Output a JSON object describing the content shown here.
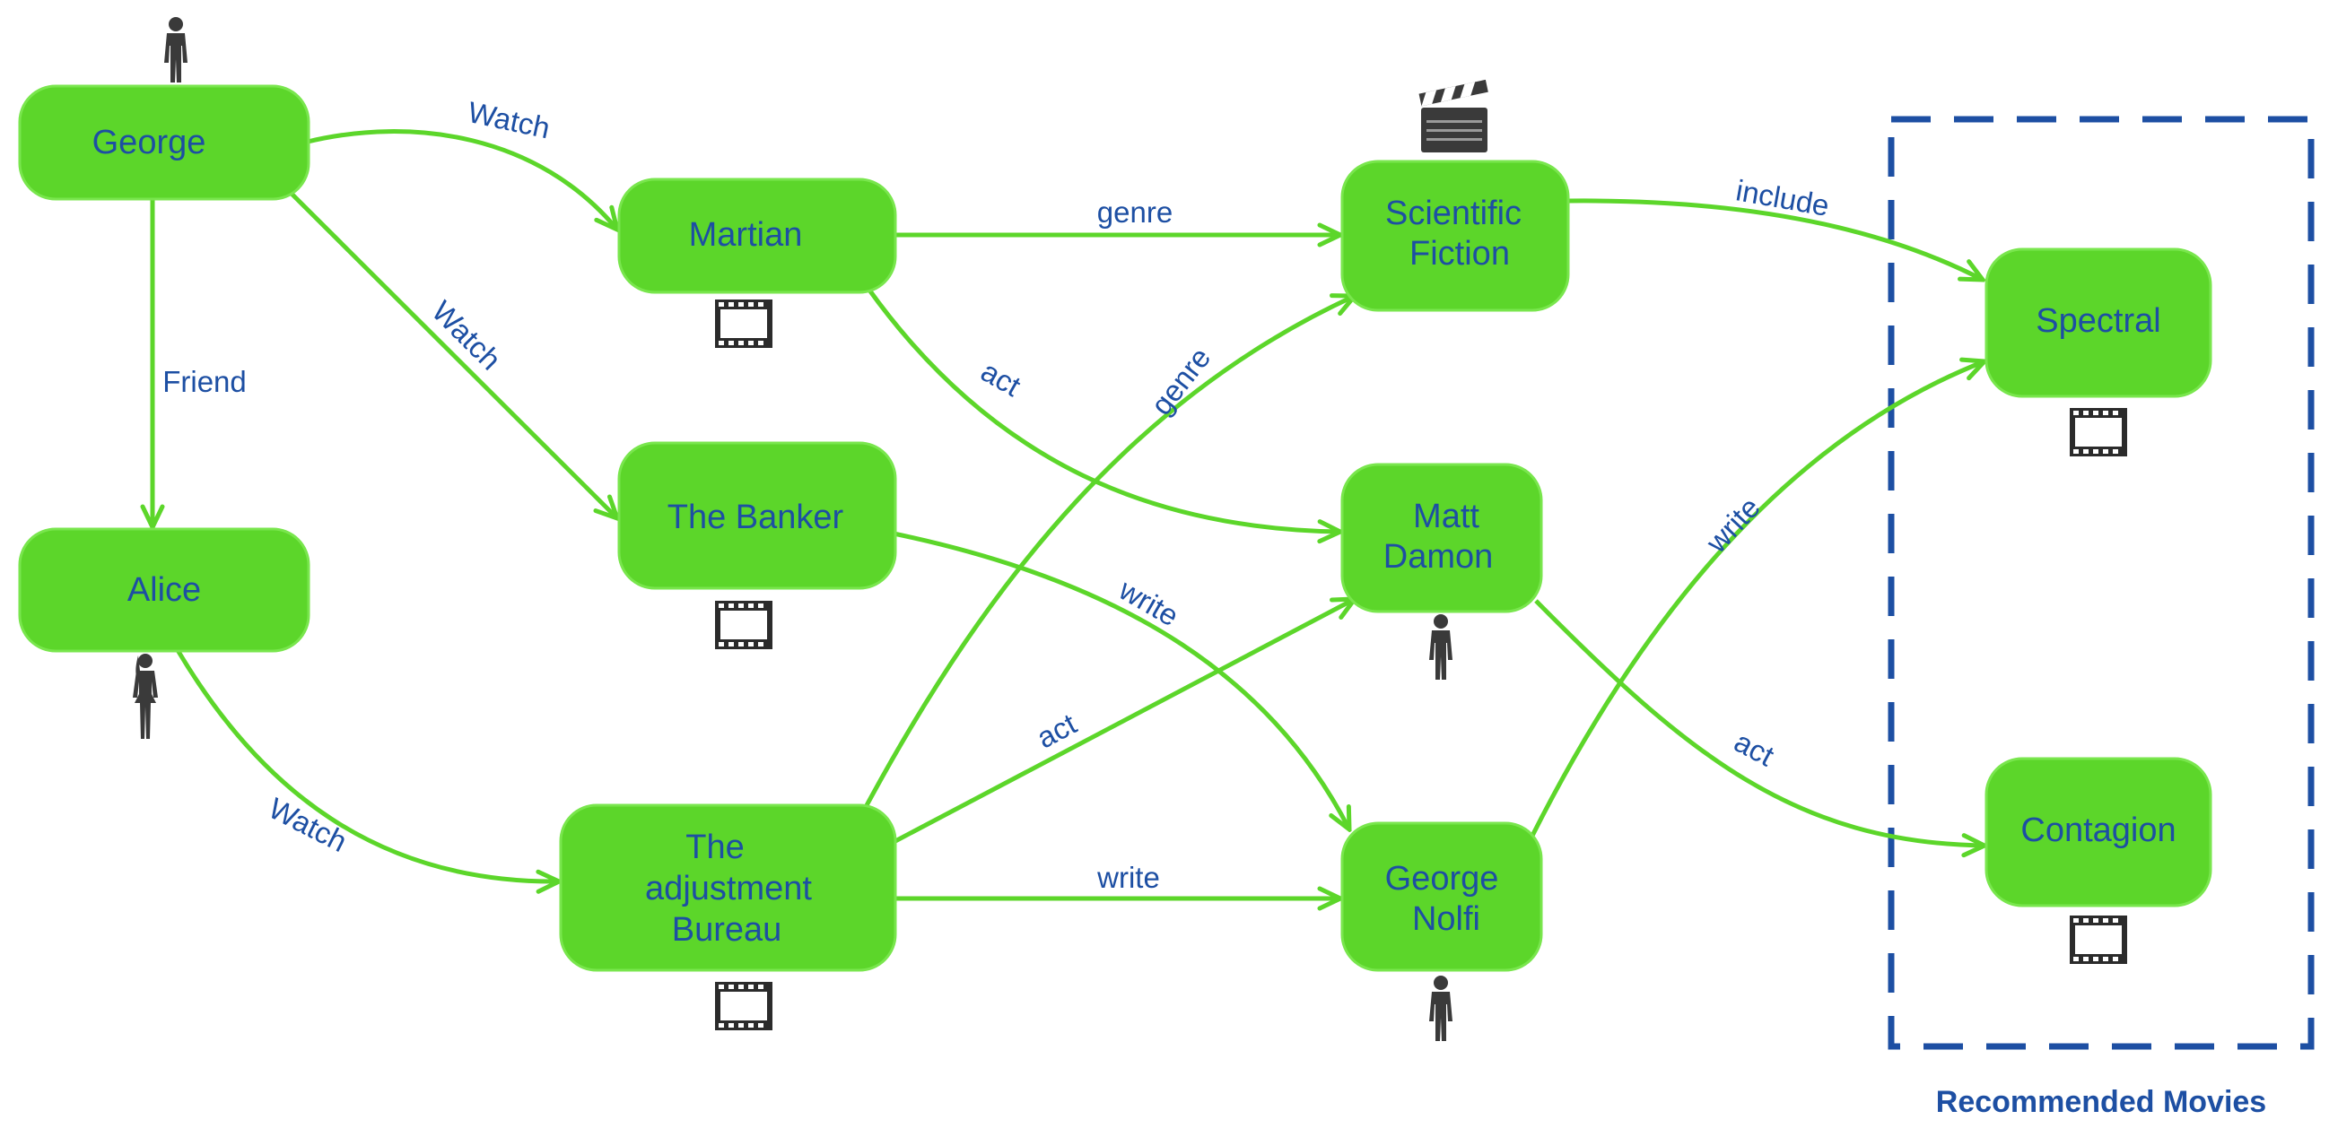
{
  "nodes": {
    "george": {
      "lines": [
        "George"
      ],
      "icon": "person-icon"
    },
    "alice": {
      "lines": [
        "Alice"
      ],
      "icon": "person-icon"
    },
    "martian": {
      "lines": [
        "Martian"
      ],
      "icon": "film-strip-icon"
    },
    "banker": {
      "lines": [
        "The Banker"
      ],
      "icon": "film-strip-icon"
    },
    "adjustment": {
      "lines": [
        "The",
        "adjustment",
        "Bureau"
      ],
      "icon": "film-strip-icon"
    },
    "scifi": {
      "lines": [
        "Scientific",
        "Fiction"
      ],
      "icon": "clapperboard-icon"
    },
    "matt": {
      "lines": [
        "Matt",
        "Damon"
      ],
      "icon": "person-icon"
    },
    "nolfi": {
      "lines": [
        "George",
        "Nolfi"
      ],
      "icon": "person-icon"
    },
    "spectral": {
      "lines": [
        "Spectral"
      ],
      "icon": "film-strip-icon"
    },
    "contagion": {
      "lines": [
        "Contagion"
      ],
      "icon": "film-strip-icon"
    }
  },
  "edges": [
    {
      "from": "george",
      "to": "martian",
      "label": "Watch"
    },
    {
      "from": "george",
      "to": "banker",
      "label": "Watch"
    },
    {
      "from": "george",
      "to": "alice",
      "label": "Friend"
    },
    {
      "from": "alice",
      "to": "adjustment",
      "label": "Watch"
    },
    {
      "from": "martian",
      "to": "scifi",
      "label": "genre"
    },
    {
      "from": "martian",
      "to": "matt",
      "label": "act"
    },
    {
      "from": "banker",
      "to": "nolfi",
      "label": "write"
    },
    {
      "from": "adjustment",
      "to": "scifi",
      "label": "genre"
    },
    {
      "from": "adjustment",
      "to": "matt",
      "label": "act"
    },
    {
      "from": "adjustment",
      "to": "nolfi",
      "label": "write"
    },
    {
      "from": "scifi",
      "to": "spectral",
      "label": "include"
    },
    {
      "from": "nolfi",
      "to": "spectral",
      "label": "write"
    },
    {
      "from": "matt",
      "to": "contagion",
      "label": "act"
    }
  ],
  "recommended_caption": "Recommended Movies",
  "colors": {
    "node_fill": "#5cd62a",
    "edge": "#5cd62a",
    "text": "#1d4fa3",
    "box_border": "#1d4fa3"
  }
}
